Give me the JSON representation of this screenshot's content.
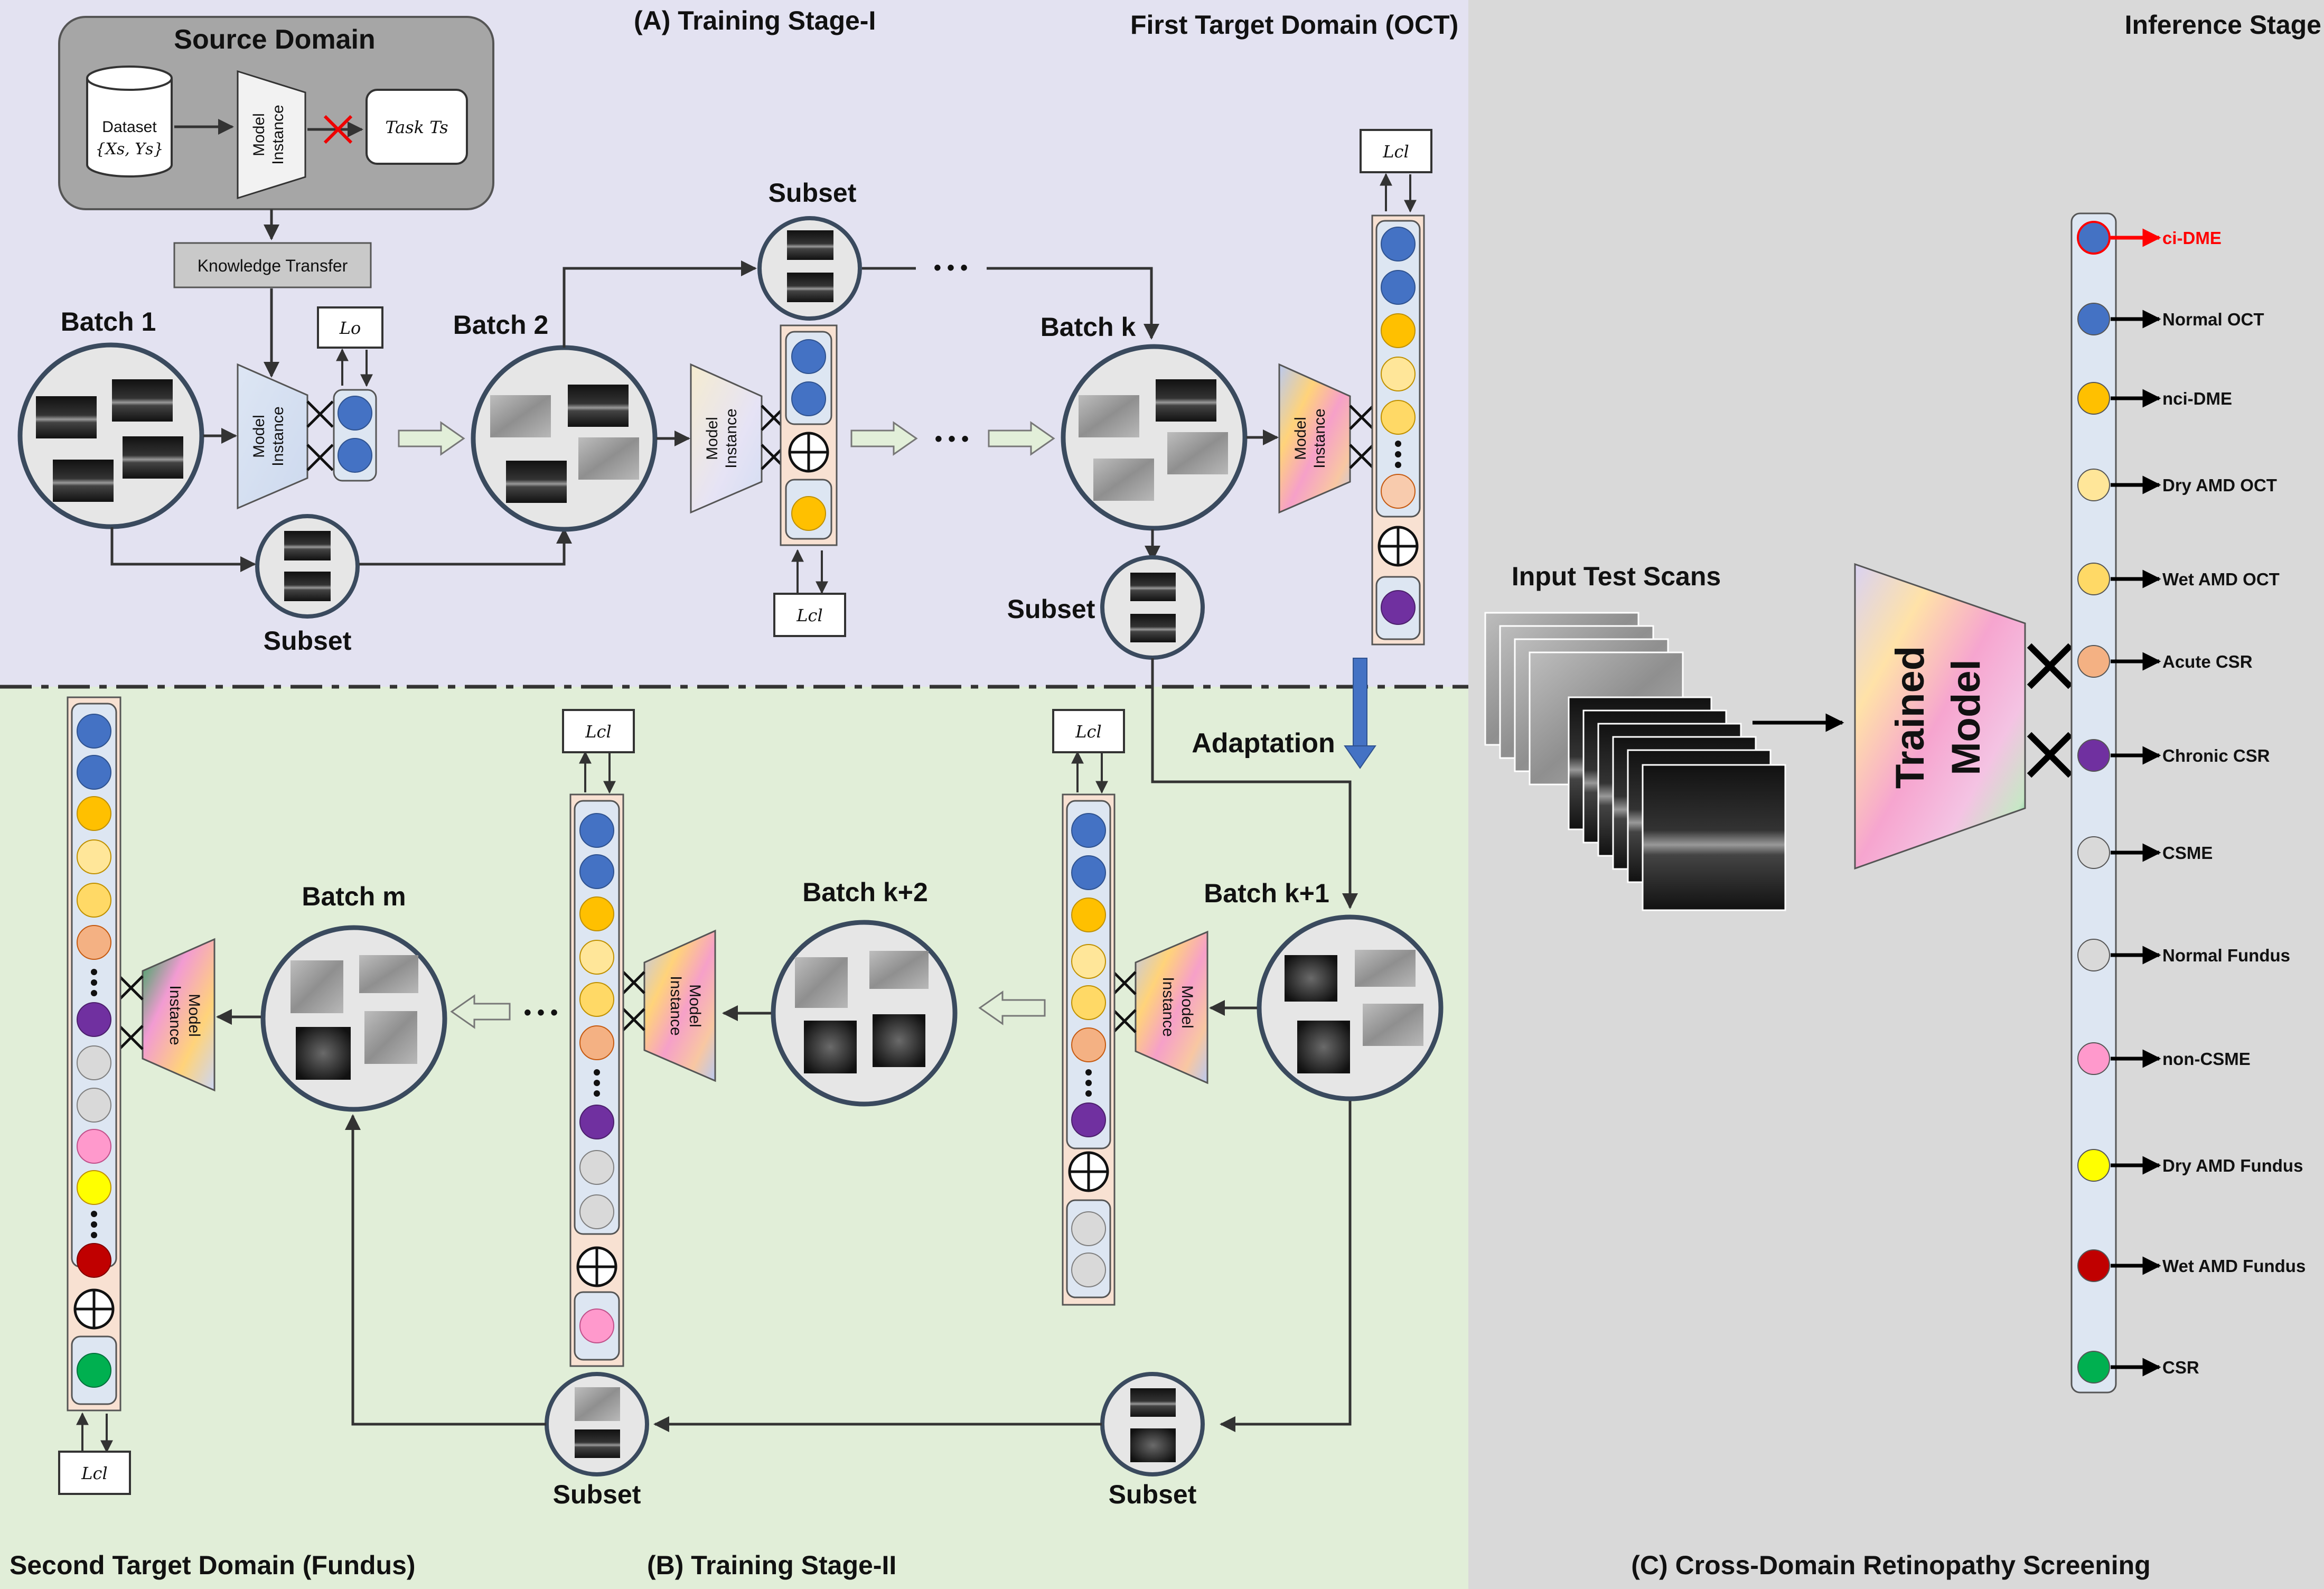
{
  "headings": {
    "stage1": "(A) Training Stage-I",
    "first_target": "First Target Domain (OCT)",
    "inference": "Inference Stage",
    "second_target": "Second Target Domain (Fundus)",
    "stage2": "(B) Training Stage-II",
    "cross_domain": "(C) Cross-Domain Retinopathy Screening"
  },
  "source_domain": {
    "title": "Source Domain",
    "dataset_line1": "Dataset",
    "dataset_line2": "{Xs, Ys}",
    "task": "Task Ts"
  },
  "labels": {
    "knowledge_transfer": "Knowledge Transfer",
    "model_line1": "Model",
    "model_line2": "Instance",
    "subset": "Subset",
    "ellipsis": "• • •",
    "adaptation": "Adaptation",
    "input_test_scans": "Input Test Scans",
    "trained_line1": "Trained",
    "trained_line2": "Model",
    "loss_o": "Lo",
    "loss_cl": "Lcl"
  },
  "batches": {
    "b1": "Batch 1",
    "b2": "Batch 2",
    "bk": "Batch k",
    "bk1": "Batch k+1",
    "bk2": "Batch k+2",
    "bm": "Batch m"
  },
  "colors": {
    "panel_a_bg": "#e3e2f1",
    "panel_b_bg": "#e1eed8",
    "panel_c_bg": "#d9d9d9",
    "blue": "#4472c4",
    "orange": "#ffc000",
    "light_yellow": "#ffe699",
    "yellow": "#ffd966",
    "peach": "#f4b183",
    "purple": "#7030a0",
    "light_gray": "#d9d9d9",
    "pink": "#ff99cc",
    "bright_yellow": "#ffff00",
    "dark_red": "#c00000",
    "green": "#00b050",
    "red_label": "#ff0000"
  },
  "classes": [
    {
      "label": "ci-DME",
      "color": "#4472c4",
      "highlight": true
    },
    {
      "label": "Normal OCT",
      "color": "#4472c4"
    },
    {
      "label": "nci-DME",
      "color": "#ffc000"
    },
    {
      "label": "Dry AMD OCT",
      "color": "#ffe699"
    },
    {
      "label": "Wet AMD OCT",
      "color": "#ffd966"
    },
    {
      "label": "Acute CSR",
      "color": "#f4b183"
    },
    {
      "label": "Chronic CSR",
      "color": "#7030a0"
    },
    {
      "label": "CSME",
      "color": "#d9d9d9"
    },
    {
      "label": "Normal Fundus",
      "color": "#d9d9d9"
    },
    {
      "label": "non-CSME",
      "color": "#ff99cc"
    },
    {
      "label": "Dry AMD Fundus",
      "color": "#ffff00"
    },
    {
      "label": "Wet AMD Fundus",
      "color": "#c00000"
    },
    {
      "label": "CSR",
      "color": "#00b050"
    }
  ]
}
